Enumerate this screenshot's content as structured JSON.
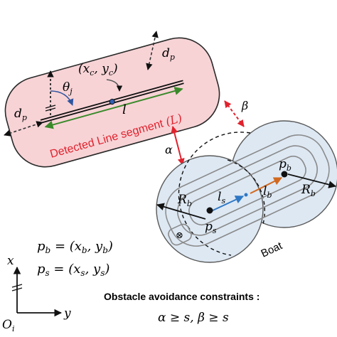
{
  "region": {
    "label": "Detected Line segment",
    "label_symbol": "(L)",
    "fill": "#f7d3d6",
    "stroke": "#2a2a2a",
    "label_color": "#e0222d"
  },
  "segment": {
    "center": "(x",
    "center_c1": "c",
    "center_sep": ", y",
    "center_c2": "c",
    "center_end": ")",
    "theta": "θ",
    "theta_sub": "j",
    "length": "l"
  },
  "offsets": {
    "dp": "d",
    "dp_sub": "p"
  },
  "alpha": "α",
  "beta": "β",
  "boat": {
    "label": "Boat",
    "pb": "p",
    "pb_sub": "b",
    "ps": "p",
    "ps_sub": "s",
    "Rb": "R",
    "Rb_sub": "b",
    "ls": "l",
    "ls_sub": "s",
    "lb": "l",
    "lb_sub": "b",
    "marker": "⊗",
    "fill": "#dde8f3",
    "stroke": "#5a5a5a"
  },
  "equations": {
    "pb_lhs": "p",
    "pb_sub": "b",
    "pb_rhs1": " = (x",
    "pb_rhs2": ", y",
    "pb_rhs3": ")",
    "ps_lhs": "p",
    "ps_sub": "s",
    "ps_rhs1": " = (x",
    "ps_rhs2": ", y",
    "ps_rhs3": ")"
  },
  "axes": {
    "x": "x",
    "y": "y",
    "origin": "O",
    "origin_sub": "i"
  },
  "constraints": {
    "title": "Obstacle avoidance constraints :",
    "expr": "α ≥ s, β ≥ s"
  },
  "colors": {
    "arrow_red": "#e0222d",
    "segment_green": "#3a8a2a",
    "ls_blue": "#2f78c4",
    "lb_orange": "#d2691e",
    "line_black": "#111111"
  }
}
